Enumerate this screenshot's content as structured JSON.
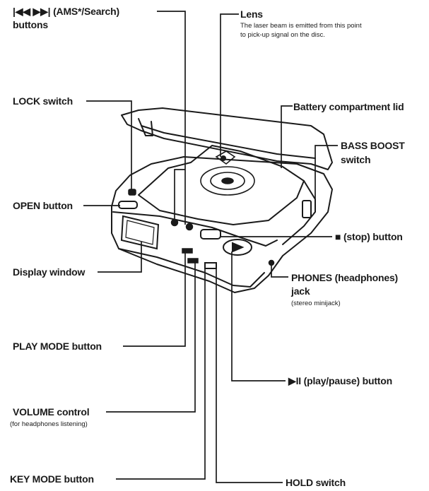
{
  "labels": {
    "ams_search": "|◀◀ ▶▶| (AMS*/Search)",
    "ams_buttons": "buttons",
    "lens": "Lens",
    "lens_note_1": "The laser beam is emitted from this point",
    "lens_note_2": "to pick-up signal on the disc.",
    "lock_switch": "LOCK switch",
    "battery_lid": "Battery compartment lid",
    "bass_boost_1": "BASS BOOST",
    "bass_boost_2": "switch",
    "open_button": "OPEN button",
    "stop_button": "■ (stop) button",
    "display_window": "Display window",
    "phones_1": "PHONES (headphones)",
    "phones_2": "jack",
    "phones_note": "(stereo minijack)",
    "play_mode": "PLAY MODE button",
    "play_pause": "▶II (play/pause) button",
    "volume": "VOLUME control",
    "volume_note": "(for headphones listening)",
    "key_mode": "KEY MODE button",
    "hold_switch": "HOLD switch"
  }
}
